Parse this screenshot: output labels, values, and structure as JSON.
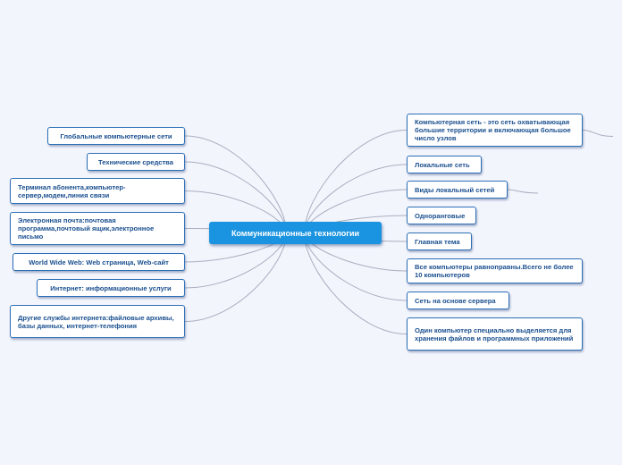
{
  "colors": {
    "background": "#f3f5fc",
    "central_fill": "#1a93e0",
    "node_border": "#2b6fb6",
    "node_text": "#1a4f8f",
    "link": "#a9aec0"
  },
  "central": {
    "label": "Коммуникационные технологии"
  },
  "left_nodes": [
    {
      "label": "Глобальные компьютерные сети"
    },
    {
      "label": "Технические средства"
    },
    {
      "label": "Терминал абонента,компьютер-сервер,модем,линия связи"
    },
    {
      "label": "Электронная почта:почтовая программа,почтовый ящик,электронное письмо"
    },
    {
      "label": "World Wide Web: Web страница, Web-сайт"
    },
    {
      "label": "Интернет: информационные услуги"
    },
    {
      "label": "Другие службы интернета:файловые архивы, базы данных, интернет-телефония"
    }
  ],
  "right_nodes": [
    {
      "label": "Компьютерная сеть - это сеть охватывающая большие территории и включающая большое число узлов"
    },
    {
      "label": "Локальные сеть"
    },
    {
      "label": "Виды локальный сетей"
    },
    {
      "label": "Одноранговые"
    },
    {
      "label": "Главная тема"
    },
    {
      "label": "Все компьютеры равноправны.Всего не более 10 компьютеров"
    },
    {
      "label": "Сеть на основе сервера"
    },
    {
      "label": "Один компьютер специально выделяется для хранения файлов и программных приложений"
    }
  ]
}
